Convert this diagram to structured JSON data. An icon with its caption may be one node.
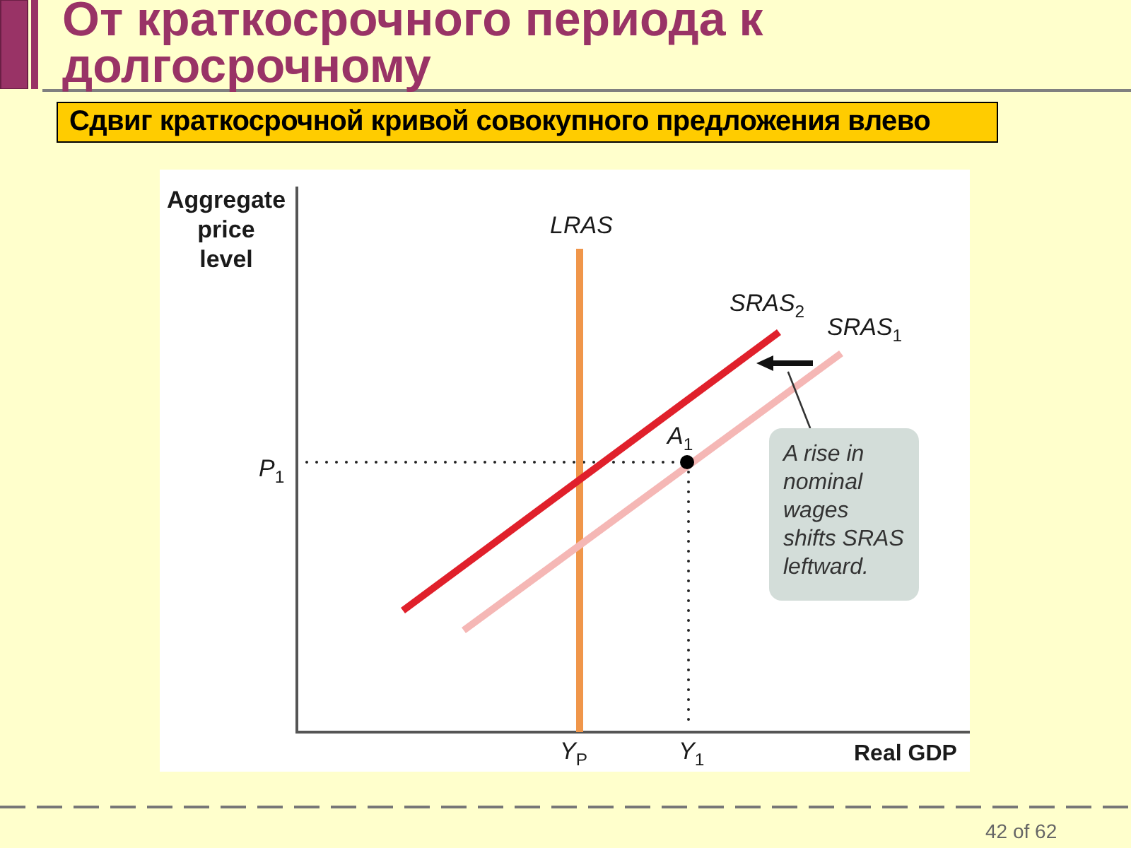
{
  "diagram": {
    "title": "От краткосрочного периода к долгосрочному",
    "nodes": [
      {
        "text": [
          "Сдвиг краткосрочной кривой совокупного предложения влево"
        ]
      },
      {
        "text": [
          "A rise in nominal wages shifts SRAS leftward."
        ]
      },
      {
        "text": [],
        "shape": "arrow"
      }
    ],
    "edges": [
      {
        "from": 1,
        "to": 2,
        "arrow": "none"
      }
    ],
    "labels": [
      "Aggregate price level",
      "LRAS",
      "SRAS$_{2}$",
      "SRAS$_{1}$",
      "P$_{1}$",
      "A$_{1}$",
      "Y$_{P}$",
      "Y$_{1}$",
      "Real GDP",
      "42 of 62"
    ]
  }
}
